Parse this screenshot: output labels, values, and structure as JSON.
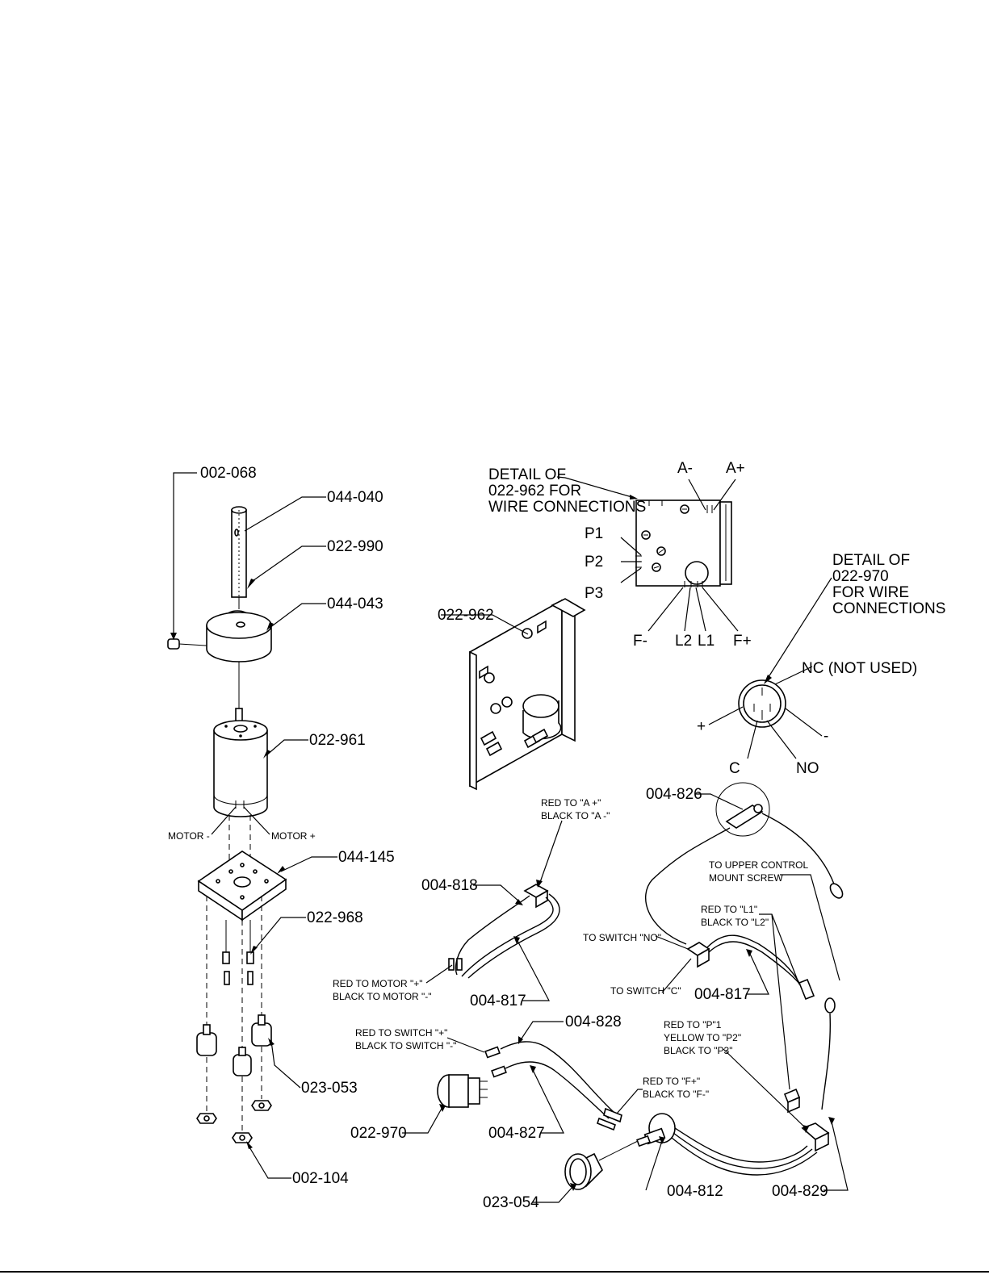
{
  "left_assembly": {
    "labels": {
      "l_002_068": "002-068",
      "l_044_040": "044-040",
      "l_022_990": "022-990",
      "l_044_043": "044-043",
      "l_022_961": "022-961",
      "motor_minus": "MOTOR -",
      "motor_plus": "MOTOR +",
      "l_044_145": "044-145",
      "l_022_968": "022-968",
      "l_023_053": "023-053",
      "l_002_104": "002-104"
    }
  },
  "board_detail": {
    "title": [
      "DETAIL OF",
      "022-962 FOR",
      "WIRE CONNECTIONS"
    ],
    "terminals": {
      "a_minus": "A-",
      "a_plus": "A+",
      "p1": "P1",
      "p2": "P2",
      "p3": "P3",
      "f_minus": "F-",
      "l2": "L2",
      "l1": "L1",
      "f_plus": "F+"
    },
    "board_label": "022-962"
  },
  "switch_detail": {
    "title": [
      "DETAIL OF",
      "022-970",
      "FOR WIRE",
      "CONNECTIONS"
    ],
    "nc": "NC (NOT USED)",
    "plus": "+",
    "minus": "-",
    "c": "C",
    "no": "NO"
  },
  "harness": {
    "l_004_826": "004-826",
    "upper_control": [
      "TO UPPER CONTROL",
      "MOUNT SCREW"
    ],
    "red_a": [
      "RED TO \"A +\"",
      "BLACK TO  \"A -\""
    ],
    "l_004_818": "004-818",
    "red_motor": [
      "RED TO MOTOR \"+\"",
      "BLACK TO MOTOR \"-\""
    ],
    "l_004_817a": "004-817",
    "red_l": [
      "RED TO \"L1\"",
      "BLACK TO \"L2\""
    ],
    "switch_no": "TO SWITCH \"NO\"",
    "switch_c": "TO SWITCH \"C\"",
    "l_004_817b": "004-817",
    "l_004_828": "004-828",
    "red_switch": [
      "RED TO SWITCH  \"+\"",
      "BLACK TO SWITCH \"-\""
    ],
    "red_p": [
      "RED TO \"P\"1",
      " YELLOW TO \"P2\"",
      "BLACK TO \"P3\""
    ],
    "red_f": [
      "RED TO \"F+\"",
      "BLACK TO \"F-\""
    ],
    "l_022_970": "022-970",
    "l_004_827": "004-827",
    "l_004_812": "004-812",
    "l_004_829": "004-829",
    "l_023_054": "023-054"
  }
}
